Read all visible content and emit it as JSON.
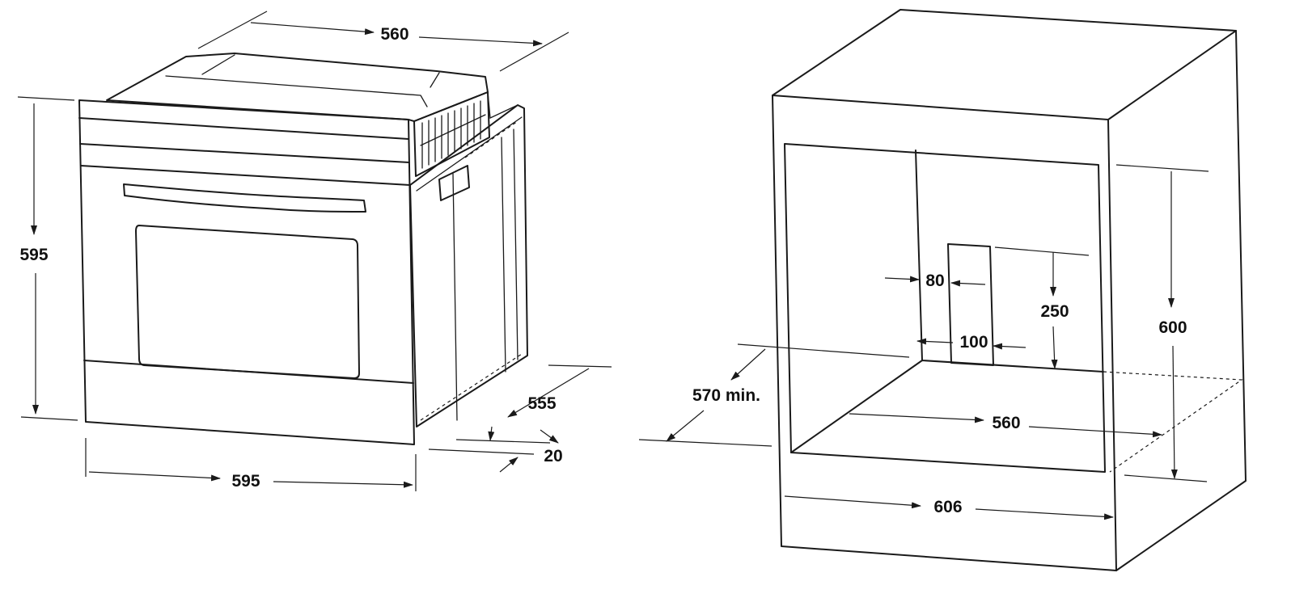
{
  "oven": {
    "dimensions": {
      "depth_total": "560",
      "height": "595",
      "width": "595",
      "body_depth": "555",
      "front_depth": "20"
    }
  },
  "cabinet": {
    "dimensions": {
      "min_depth": "570 min.",
      "vent_width": "80",
      "vent_height": "250",
      "vent_offset": "100",
      "opening_height": "600",
      "opening_width": "560",
      "outer_width": "606"
    }
  }
}
